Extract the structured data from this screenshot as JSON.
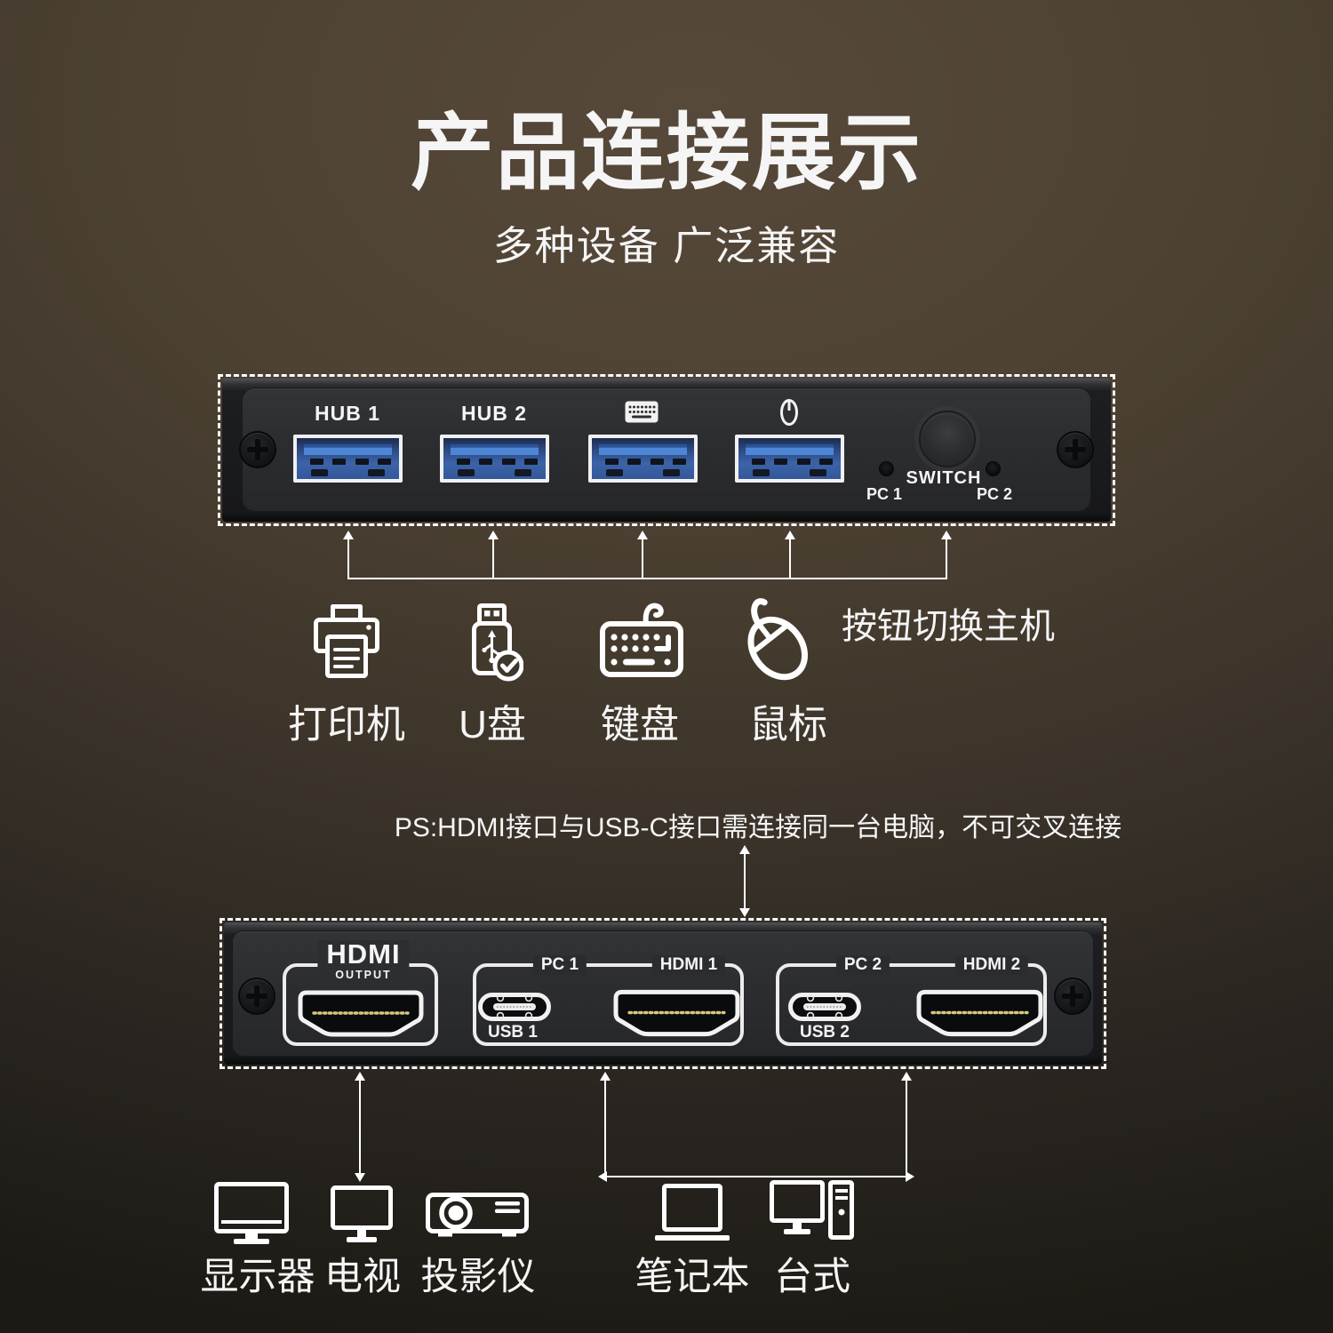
{
  "header": {
    "title": "产品连接展示",
    "subtitle": "多种设备 广泛兼容"
  },
  "top_panel": {
    "port_labels": [
      "HUB 1",
      "HUB 2"
    ],
    "port_icons": [
      "keyboard-glyph",
      "mouse-glyph"
    ],
    "switch_label": "SWITCH",
    "pc1_label": "PC 1",
    "pc2_label": "PC 2"
  },
  "top_devices": [
    {
      "icon": "printer-icon",
      "label": "打印机"
    },
    {
      "icon": "usb-drive-icon",
      "label": "U盘"
    },
    {
      "icon": "keyboard-icon",
      "label": "键盘"
    },
    {
      "icon": "mouse-icon",
      "label": "鼠标"
    }
  ],
  "switch_note": "按钮切换主机",
  "ps_note": "PS:HDMI接口与USB-C接口需连接同一台电脑，不可交叉连接",
  "bottom_panel": {
    "output_title": "HDMI",
    "output_subtitle": "OUTPUT",
    "groups": [
      {
        "pc": "PC 1",
        "usb": "USB 1",
        "hdmi": "HDMI 1"
      },
      {
        "pc": "PC 2",
        "usb": "USB 2",
        "hdmi": "HDMI 2"
      }
    ]
  },
  "bottom_devices": {
    "displays": [
      {
        "icon": "monitor-icon",
        "label": "显示器"
      },
      {
        "icon": "tv-icon",
        "label": "电视"
      },
      {
        "icon": "projector-icon",
        "label": "投影仪"
      }
    ],
    "computers": [
      {
        "icon": "laptop-icon",
        "label": "笔记本"
      },
      {
        "icon": "desktop-icon",
        "label": "台式"
      }
    ]
  },
  "colors": {
    "background_top": "#57493a",
    "background_bottom": "#1c1914",
    "panel_body": "#1b1c1f",
    "panel_face": "#2c2d31",
    "usb_blue": "#4e86d6",
    "usb_blue_dark": "#32589c",
    "hdmi_pin_gold": "#d6c77e",
    "line_white": "#ffffff"
  }
}
